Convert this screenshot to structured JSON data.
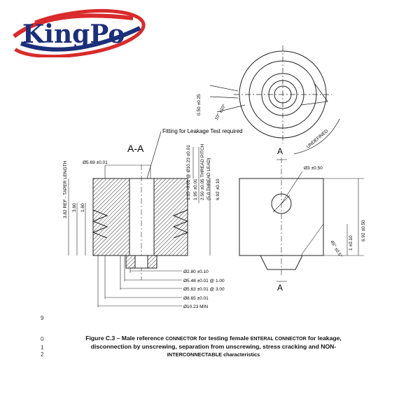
{
  "logo": {
    "brand": "KingPo"
  },
  "drawing": {
    "section_title": "A-A",
    "note": "Fitting for Leakage Test required",
    "section_mark_top": "A",
    "section_mark_bottom": "A",
    "dims_top_left": [
      "Ø5.69 ±0.01"
    ],
    "dims_vertical": [
      "0.50 ±0.25",
      "10° ±10°",
      "1.15 -0.01 @ Ø10.23 ±0.01",
      "1.95 ±0.01",
      "2.50 ±0.05 THREAD PITCH",
      "(5.0 THREAD LEAD)",
      "6.92 ±0.10",
      "3.82 REF - TAPER LENGTH",
      "3.60",
      "1.60",
      "6.92 ±0.50",
      "1 ±0.10",
      "45° ±0.5°"
    ],
    "dims_bottom": [
      "Ø2.80 ±0.10",
      "Ø5.48 ±0.01 @ 1.00",
      "Ø5.63 ±0.01 @ 3.00",
      "Ø8.65 ±0.01",
      "Ø10.23 MIN"
    ],
    "hole_dim": "Ø3 ±0.50",
    "undefined_label": "UNDEFINED"
  },
  "caption": {
    "line1_a": "Figure C.3 – Male reference ",
    "line1_b": "CONNECTOR",
    "line1_c": " for testing female ",
    "line1_d": "ENTERAL CONNECTOR",
    "line1_e": " for leakage,",
    "line2": "disconnection by unscrewing, separation from unscrewing, stress cracking and NON-",
    "line3": "INTERCONNECTABLE characteristics"
  },
  "margin_marks": [
    "9",
    "0",
    "1",
    "2"
  ]
}
